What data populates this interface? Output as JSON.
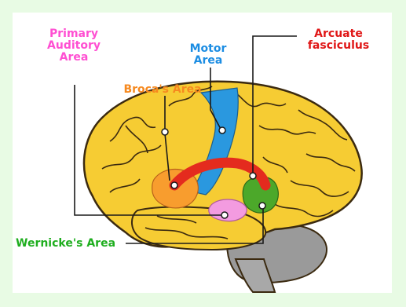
{
  "labels": {
    "primary_auditory": "Primary\nAuditory\nArea",
    "motor": "Motor\nArea",
    "arcuate": "Arcuate\nfasciculus",
    "broca": "Broca's Area",
    "wernicke": "Wernicke's Area"
  },
  "colors": {
    "background": "#e8fbe4",
    "brain": "#f6cc33",
    "brain_outline": "#3b2a10",
    "cerebellum": "#9a9a9a",
    "motor_area": "#2a98df",
    "arcuate": "#e42b1e",
    "broca_area": "#f89d2e",
    "wernicke_area": "#4ca82a",
    "auditory_area": "#f39be0",
    "auditory_label": "#ff4fd2",
    "motor_label": "#1c8de3",
    "arcuate_label": "#e01717",
    "broca_label": "#f6891f",
    "wernicke_label": "#1fae1f"
  }
}
